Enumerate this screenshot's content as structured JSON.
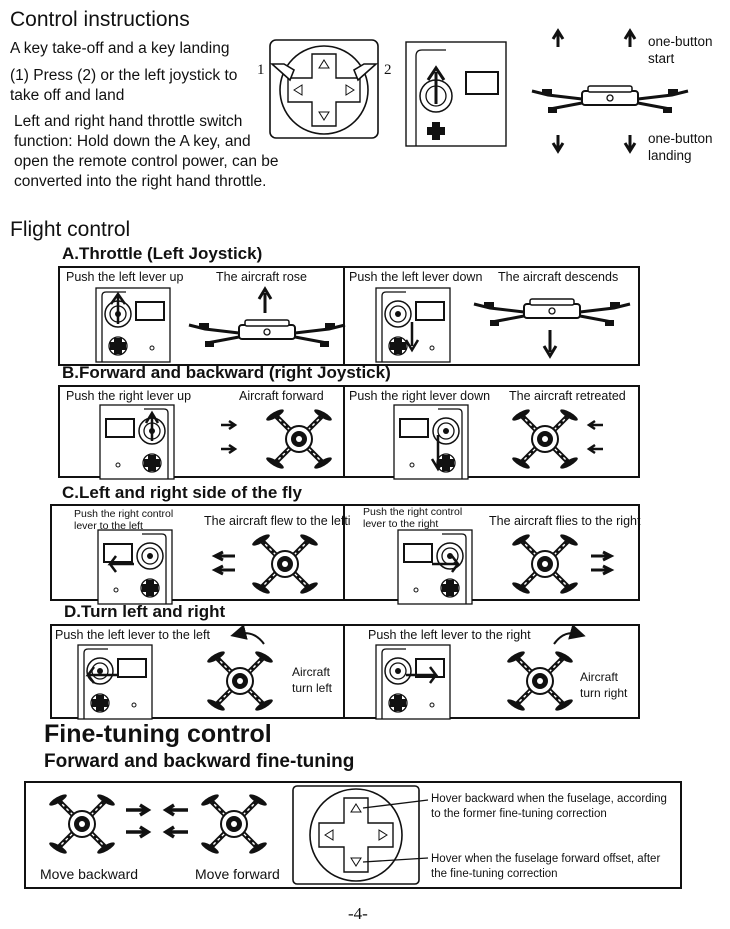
{
  "control": {
    "title": "Control instructions",
    "line1": "A key take-off and a key landing",
    "line2": "(1) Press (2) or the left joystick to take off and land",
    "line3": "Left and right hand throttle switch function: Hold down the A key, and open the remote control power, can be converted into the right hand throttle.",
    "label1": "1",
    "label2": "2",
    "up_label": "one-button start",
    "down_label": "one-button landing"
  },
  "flight": {
    "title": "Flight control",
    "a": {
      "title": "A.Throttle (Left Joystick)",
      "left_caption": "Push the left lever up",
      "left_result": "The aircraft rose",
      "right_caption": "Push the left lever down",
      "right_result": "The aircraft descends"
    },
    "b": {
      "title": "B.Forward and backward (right Joystick)",
      "left_caption": "Push the right lever up",
      "left_result": "Aircraft forward",
      "right_caption": "Push the right lever down",
      "right_result": "The aircraft retreated"
    },
    "c": {
      "title": "C.Left and right side of the fly",
      "left_caption": "Push the right control lever to the left",
      "left_result": "The aircraft flew to the lefti",
      "right_caption": "Push the right control lever to the right",
      "right_result": "The aircraft flies to the right"
    },
    "d": {
      "title": "D.Turn left and right",
      "left_caption": "Push the left lever to the left",
      "left_result": "Aircraft turn left",
      "right_caption": "Push the left lever to the right",
      "right_result": "Aircraft turn right"
    }
  },
  "fine": {
    "title": "Fine-tuning control",
    "subtitle": "Forward and backward fine-tuning",
    "move_backward": "Move backward",
    "move_forward": "Move forward",
    "hover_back": "Hover backward when the fuselage, according to the former fine-tuning correction",
    "hover_forward": "Hover when the fuselage forward offset, after the fine-tuning correction"
  },
  "page_number": "-4-"
}
